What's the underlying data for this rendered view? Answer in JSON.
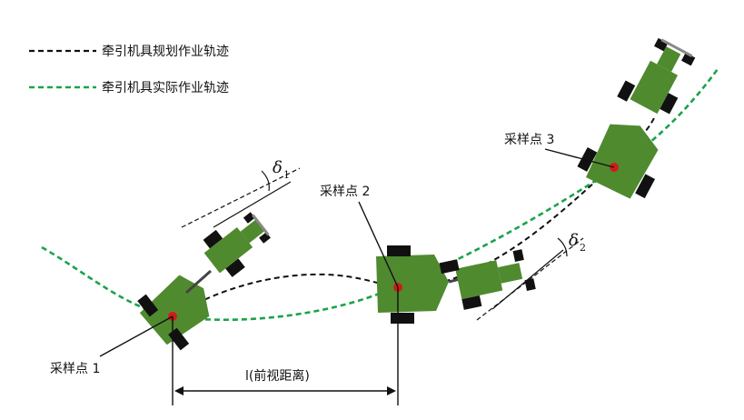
{
  "colors": {
    "planned_path": "#111111",
    "actual_path": "#1aa34a",
    "vehicle_body": "#4f8a2f",
    "tire": "#111111",
    "sample_point": "#d11a1a"
  },
  "legend": {
    "planned_label": "牵引机具规划作业轨迹",
    "actual_label": "牵引机具实际作业轨迹"
  },
  "samples": {
    "p1": "采样点 1",
    "p2": "采样点 2",
    "p3": "采样点 3"
  },
  "angles": {
    "d1_symbol": "δ",
    "d1_sub": "1",
    "d2_symbol": "δ",
    "d2_sub": "2"
  },
  "distance": {
    "label": "l(前视距离)"
  }
}
